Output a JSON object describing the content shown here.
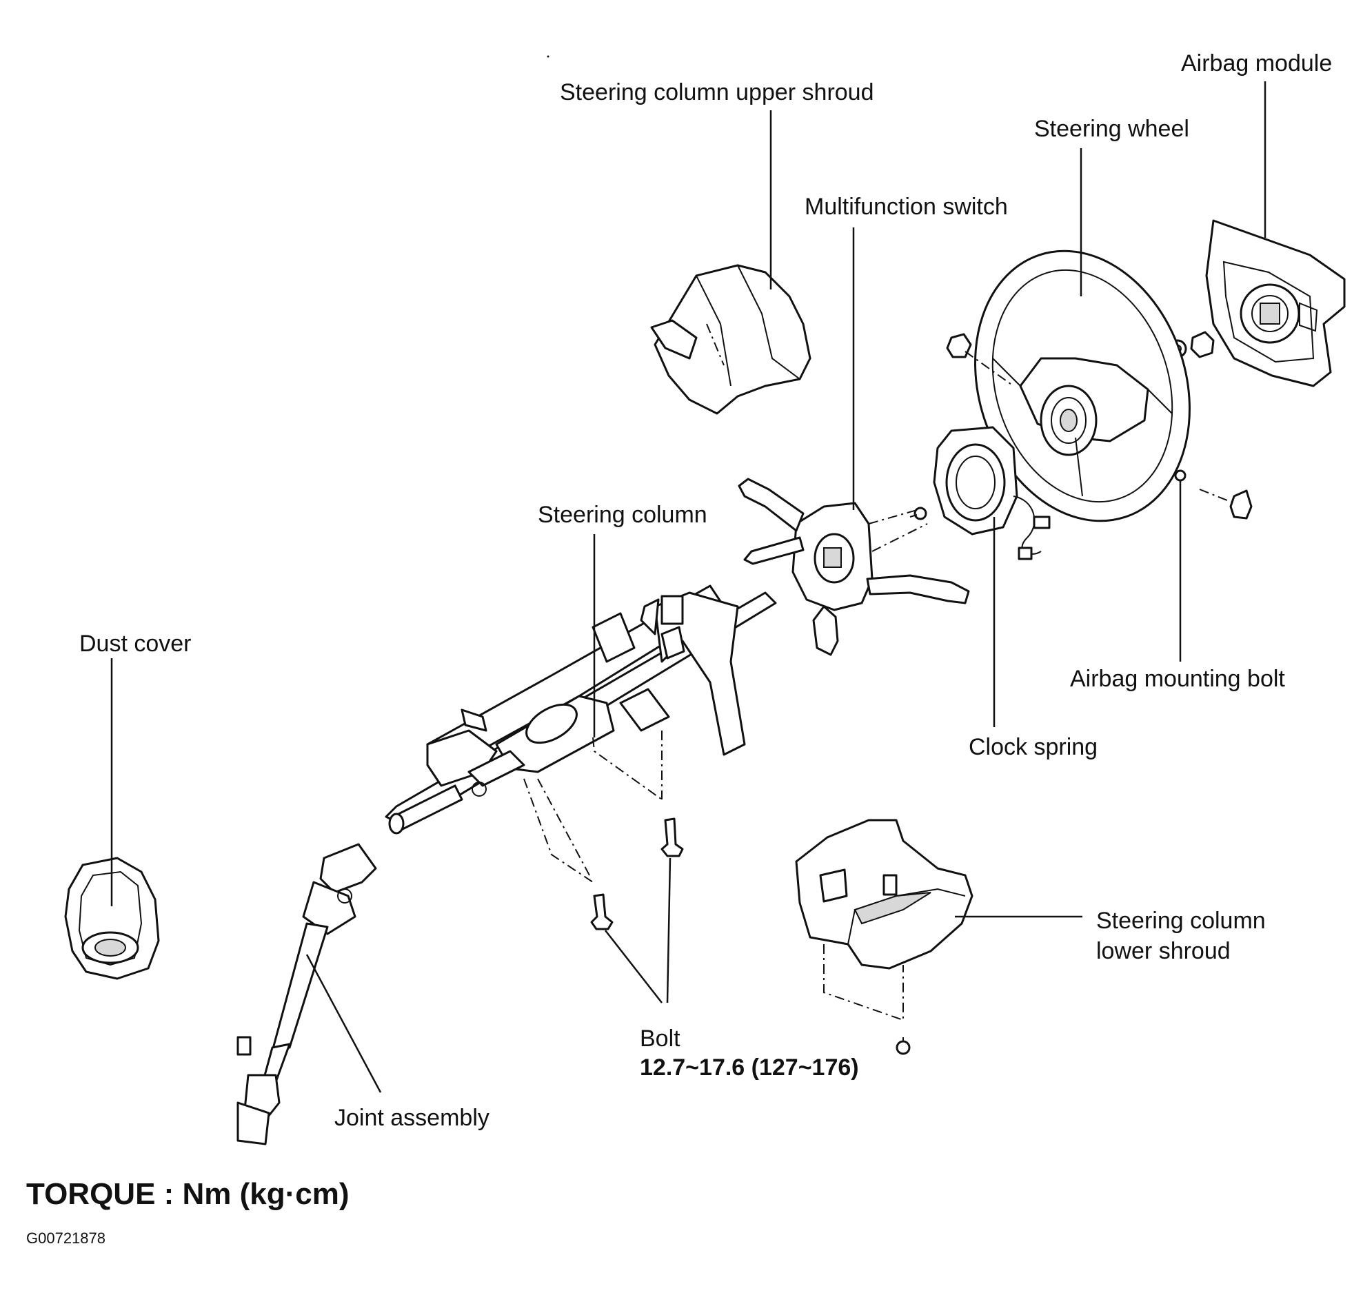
{
  "labels": {
    "airbag_module": "Airbag module",
    "upper_shroud": "Steering column upper shroud",
    "steering_wheel": "Steering wheel",
    "multifunction_switch": "Multifunction switch",
    "steering_column": "Steering column",
    "dust_cover": "Dust cover",
    "airbag_mounting_bolt": "Airbag mounting bolt",
    "clock_spring": "Clock spring",
    "lower_shroud_line1": "Steering column",
    "lower_shroud_line2": "lower shroud",
    "bolt": "Bolt",
    "bolt_torque": "12.7~17.6 (127~176)",
    "joint_assembly": "Joint assembly"
  },
  "footer": {
    "torque_title": "TORQUE : Nm (kg·cm)",
    "figure_id": "G00721878"
  }
}
